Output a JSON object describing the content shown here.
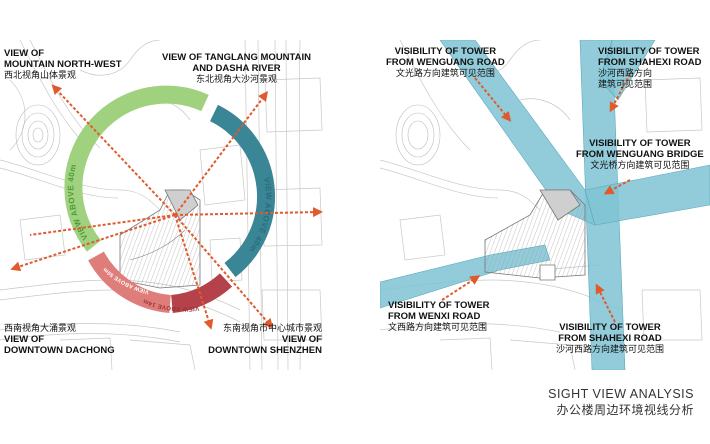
{
  "left_panel": {
    "labels": {
      "northwest": {
        "en1": "VIEW OF",
        "en2": "MOUNTAIN NORTH-WEST",
        "cn": "西北视角山体景观"
      },
      "northeast": {
        "en1": "VIEW OF TANGLANG MOUNTAIN",
        "en2": "AND DASHA RIVER",
        "cn": "东北视角大沙河景观"
      },
      "southwest": {
        "cn": "西南视角大涌景观",
        "en1": "VIEW OF",
        "en2": "DOWNTOWN DACHONG"
      },
      "southeast": {
        "cn": "东南视角市中心城市景观",
        "en1": "VIEW OF",
        "en2": "DOWNTOWN SHENZHEN"
      }
    },
    "ring_labels": {
      "green": "VIEW ABOVE 40m",
      "teal": "VIEW ABOVE 40m",
      "red_outer": "VIEW ABOVE 14m",
      "red_inner": "VIEW ABOVE 50m"
    },
    "colors": {
      "green": "#9fd17f",
      "teal": "#3a8596",
      "red": "#df7d7a",
      "dark_red": "#b5424a",
      "arrow": "#e05a2c"
    }
  },
  "right_panel": {
    "labels": {
      "wenguang_road": {
        "en1": "VISIBILITY OF TOWER",
        "en2": "FROM WENGUANG ROAD",
        "cn": "文光路方向建筑可见范围"
      },
      "shahexi_road_north": {
        "en1": "VISIBILITY OF TOWER",
        "en2": "FROM SHAHEXI ROAD",
        "cn1": "沙河西路方向",
        "cn2": "建筑可见范围"
      },
      "wenguang_bridge": {
        "en1": "VISIBILITY OF TOWER",
        "en2": "FROM WENGUANG BRIDGE",
        "cn": "文光桥方向建筑可见范围"
      },
      "wenxi_road": {
        "en1": "VISIBILITY OF TOWER",
        "en2": "FROM WENXI ROAD",
        "cn": "文西路方向建筑可见范围"
      },
      "shahexi_road_south": {
        "en1": "VISIBILITY OF TOWER",
        "en2": "FROM SHAHEXI ROAD",
        "cn": "沙河西路方向建筑可见范围"
      }
    },
    "colors": {
      "visibility": "#7fc3d4",
      "arrow": "#e05a2c"
    }
  },
  "title": {
    "en": "SIGHT VIEW ANALYSIS",
    "cn": "办公楼周边环境视线分析"
  }
}
